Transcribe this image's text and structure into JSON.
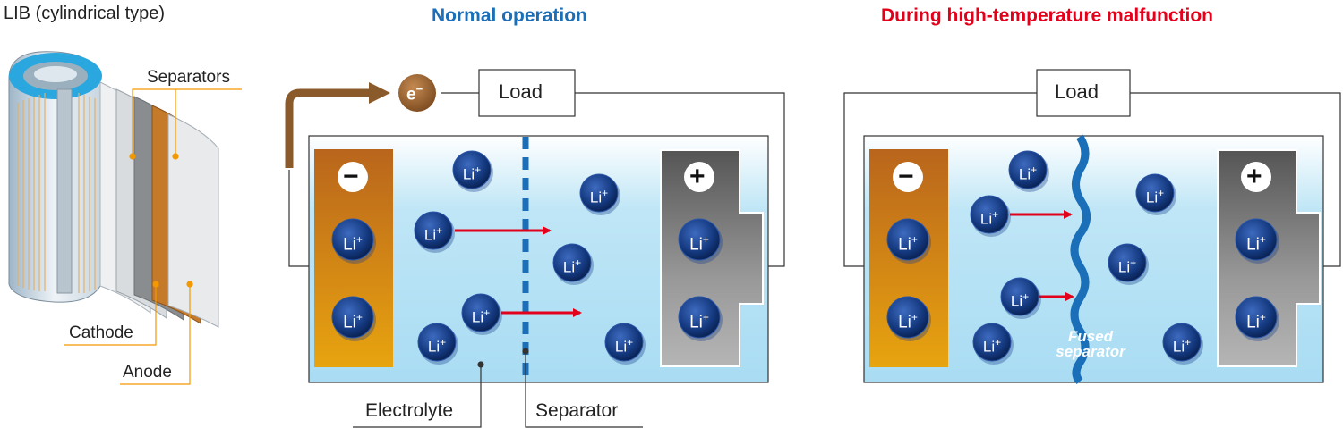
{
  "left_panel": {
    "title_main": "LIB",
    "title_sub": " (cylindrical type)",
    "labels": {
      "separators": "Separators",
      "cathode": "Cathode",
      "anode": "Anode"
    }
  },
  "normal": {
    "title": "Normal operation",
    "load": "Load",
    "electron": "e",
    "electron_sup": "−",
    "ion": "Li",
    "ion_sup": "+",
    "neg": "−",
    "pos": "+",
    "electrolyte": "Electrolyte",
    "separator": "Separator"
  },
  "malfunction": {
    "title": "During high-temperature malfunction",
    "load": "Load",
    "fused_line1": "Fused",
    "fused_line2": "separator"
  },
  "colors": {
    "blue_title": "#1a6fb8",
    "red_title": "#e2001a",
    "arrow": "#e2001a",
    "wire_brown": "#8b5a2b",
    "ion_dark": "#0d2f6e"
  }
}
